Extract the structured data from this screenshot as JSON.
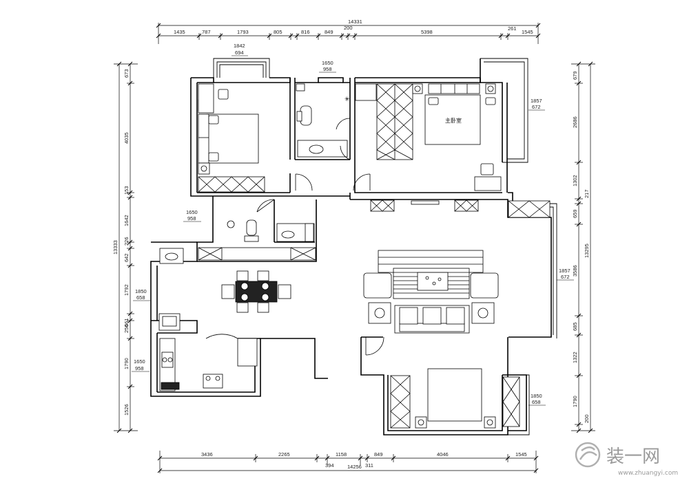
{
  "dimensions": {
    "top_total": "14331",
    "top_segments": [
      "1435",
      "787",
      "1793",
      "805",
      "816",
      "849",
      "200",
      "5398",
      "261",
      "1545"
    ],
    "bottom_total": "14256",
    "bottom_segments": [
      "3436",
      "2265",
      "1158",
      "849",
      "4046",
      "1545"
    ],
    "bottom_small": [
      "394",
      "311"
    ],
    "left_total": "13333",
    "left_segments": [
      "673",
      "4035",
      "153",
      "1642",
      "226",
      "642",
      "1792",
      "250",
      "661",
      "1790",
      "1526"
    ],
    "right_total": "13295",
    "right_segments": [
      "679",
      "2686",
      "1302",
      "217",
      "659",
      "3586",
      "685",
      "1322",
      "1790",
      "200"
    ]
  },
  "window_tags": {
    "top_left_window": [
      "1842",
      "694"
    ],
    "top_center_window": [
      "1650",
      "958"
    ],
    "master_window": [
      "1857",
      "672"
    ],
    "left_mid_window": [
      "1650",
      "958"
    ],
    "dining_window": [
      "1850",
      "658"
    ],
    "kitchen_window": [
      "1650",
      "958"
    ],
    "living_window": [
      "1857",
      "672"
    ],
    "bedroom3_window": [
      "1850",
      "658"
    ]
  },
  "rooms": {
    "master_bedroom": "主卧室"
  },
  "watermark": {
    "brand": "装一网",
    "url": "www.zhuangyi.com"
  }
}
